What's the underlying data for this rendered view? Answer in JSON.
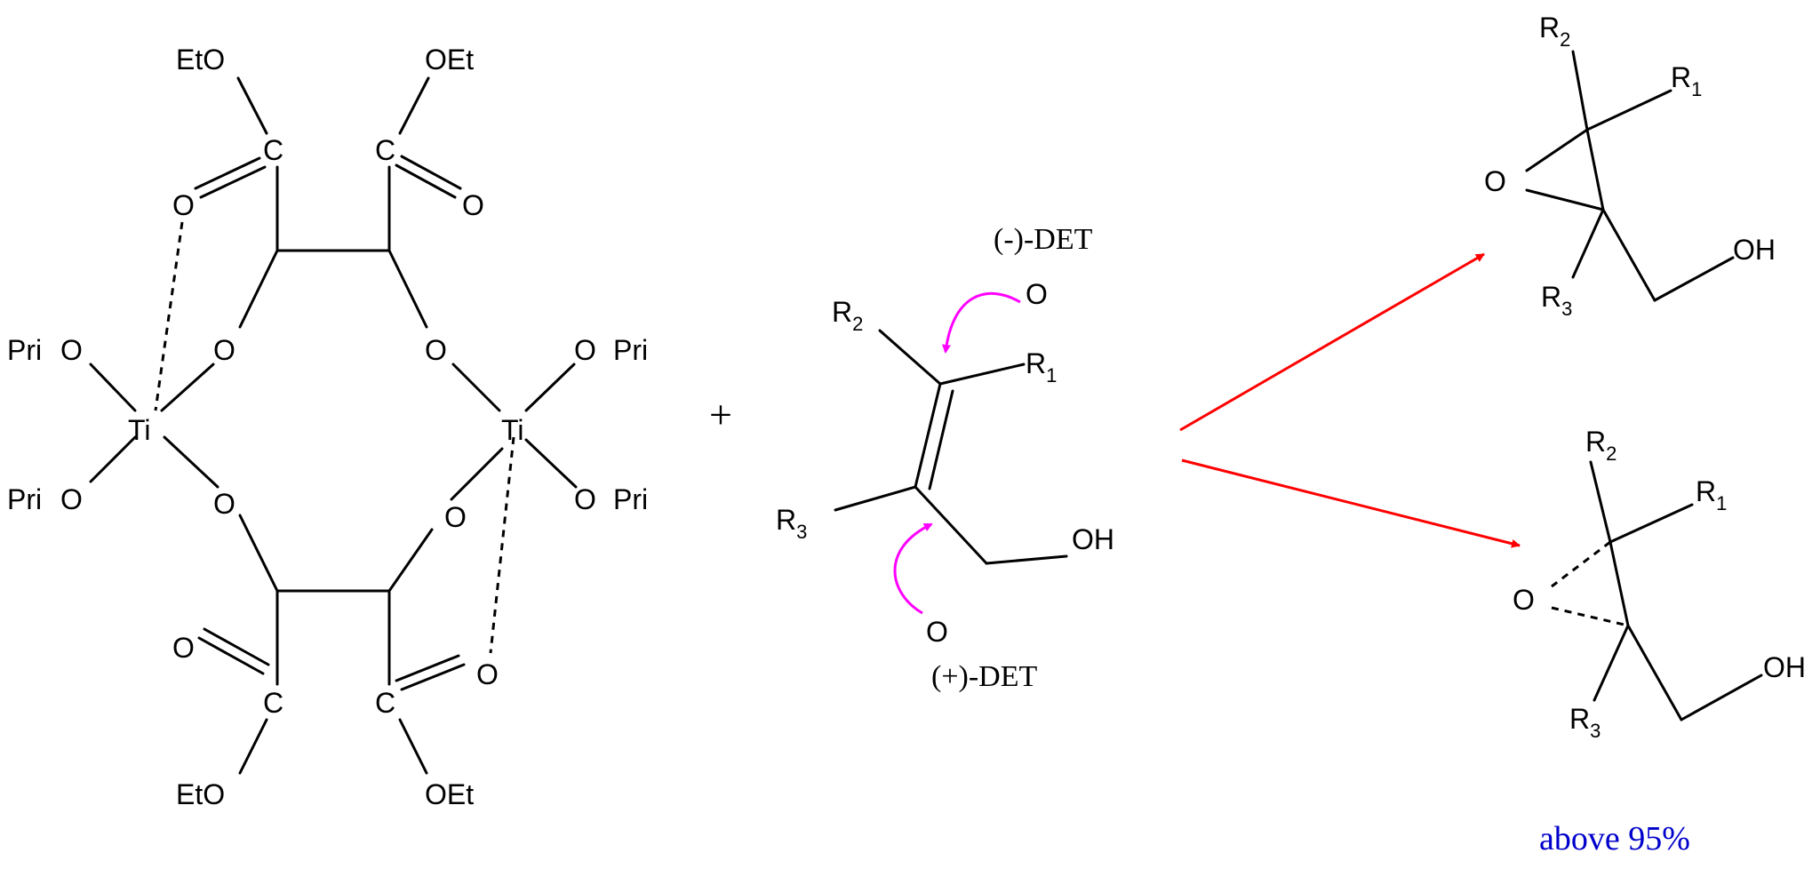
{
  "colors": {
    "reaction_arrow": "#ff0000",
    "curved_arrow": "#ff00ff",
    "yield_text": "#0000cc"
  },
  "labels": {
    "eto": "EtO",
    "oet": "OEt",
    "pri": "Pri",
    "ti": "Ti",
    "o": "O",
    "c": "C",
    "oh": "OH",
    "r": "R",
    "sub1": "1",
    "sub2": "2",
    "sub3": "3",
    "plus": "+",
    "minus_det": "(-)-DET",
    "plus_det": "(+)-DET",
    "yield": "above 95%"
  }
}
